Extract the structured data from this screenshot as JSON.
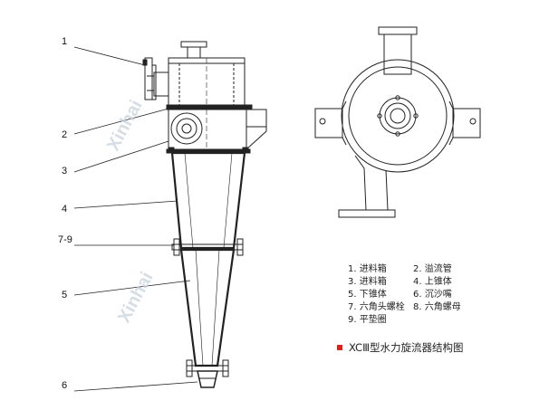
{
  "callouts": [
    "1",
    "2",
    "3",
    "4",
    "7-9",
    "5",
    "6"
  ],
  "legend": [
    "1. 进料箱",
    "2. 溢流管",
    "3. 进料箱",
    "4. 上锥体",
    "5. 下锥体",
    "6. 沉沙嘴",
    "7. 六角头螺栓",
    "8. 六角螺母",
    "9. 平垫圈"
  ],
  "caption": "XCⅢ型水力旋流器结构图",
  "watermark": "Xinhai",
  "colors": {
    "line": "#222222",
    "accent": "#e0201b",
    "watermark": "#c8d3dd"
  }
}
